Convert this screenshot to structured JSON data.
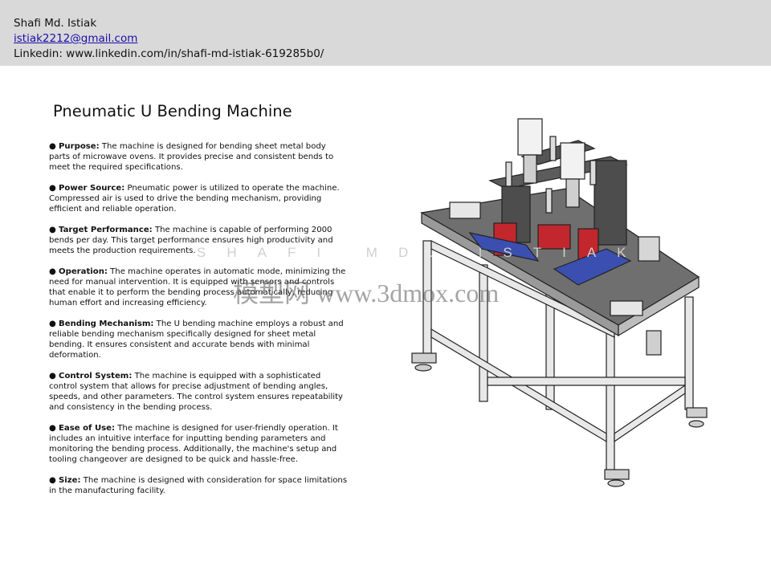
{
  "header": {
    "name": "Shafi Md. Istiak",
    "email": "istiak2212@gmail.com",
    "linkedin": "Linkedin: www.linkedin.com/in/shafi-md-istiak-619285b0/"
  },
  "title": "Pneumatic U Bending Machine",
  "bullets": [
    {
      "label": "Purpose:",
      "text": " The machine is designed for bending sheet metal body parts of microwave ovens. It provides precise and consistent bends to meet the required specifications."
    },
    {
      "label": "Power Source:",
      "text": " Pneumatic power is utilized to operate the machine. Compressed air is used to drive the bending mechanism, providing efficient and reliable operation."
    },
    {
      "label": "Target Performance:",
      "text": " The machine is capable of performing 2000 bends per day. This target performance ensures high productivity and meets the production requirements."
    },
    {
      "label": "Operation:",
      "text": " The machine operates in automatic mode, minimizing the need for manual intervention. It is equipped with sensors and controls that enable it to perform the bending process automatically, reducing human effort and increasing efficiency."
    },
    {
      "label": "Bending Mechanism:",
      "text": " The U bending machine employs a robust and reliable bending mechanism specifically designed for sheet metal bending. It ensures consistent and accurate bends with minimal deformation."
    },
    {
      "label": "Control System:",
      "text": " The machine is equipped with a sophisticated control system that allows for precise adjustment of bending angles, speeds, and other parameters. The control system ensures repeatability and consistency in the bending process."
    },
    {
      "label": "Ease of Use:",
      "text": " The machine is designed for user-friendly operation. It includes an intuitive interface for inputting bending parameters and monitoring the bending process. Additionally, the machine's setup and tooling changeover are designed to be quick and hassle-free."
    },
    {
      "label": "Size:",
      "text": " The machine is designed with consideration for space limitations in the manufacturing facility."
    }
  ],
  "bullet_symbol": "●",
  "watermarks": {
    "letters": "SHAFI MD. ISTIAK",
    "site": "模型网 www.3dmox.com"
  }
}
